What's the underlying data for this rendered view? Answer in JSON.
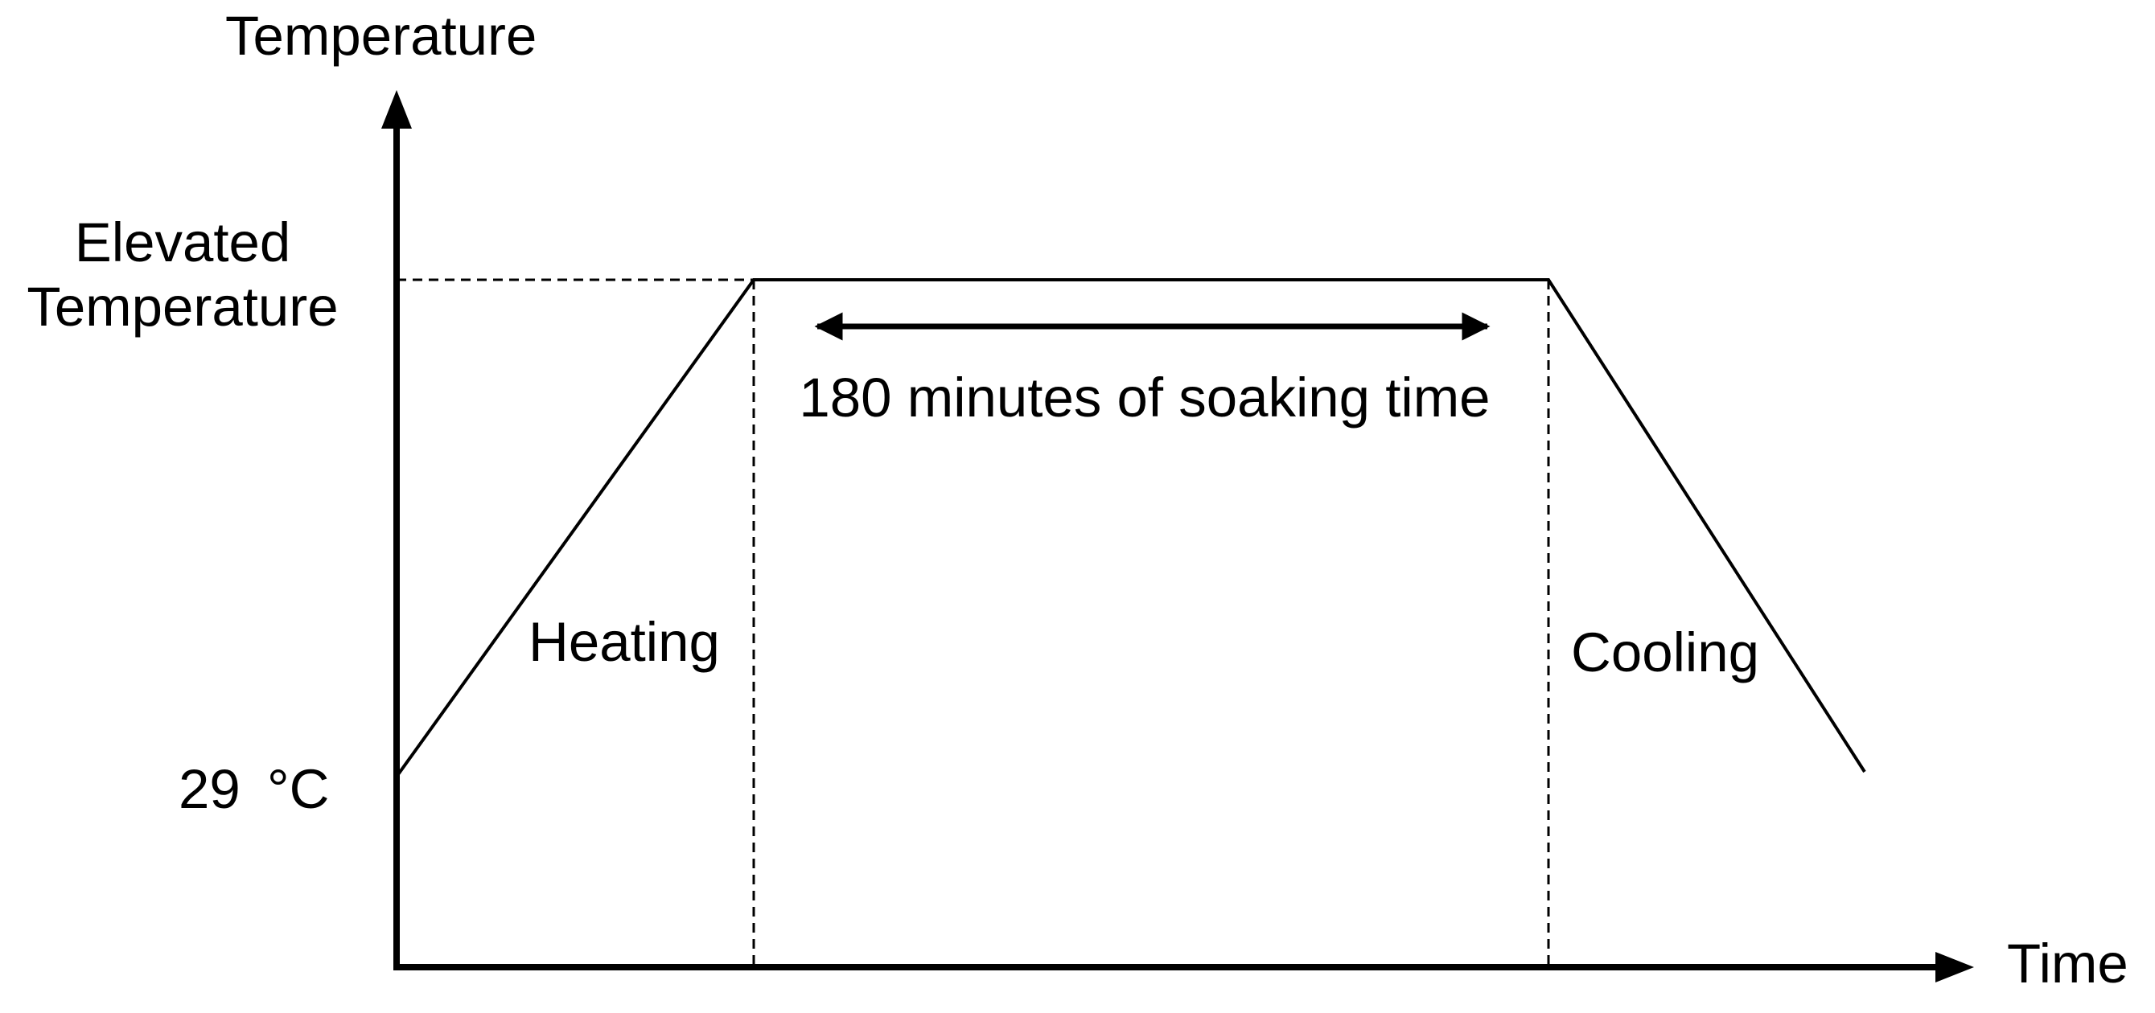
{
  "colors": {
    "line": "#000000",
    "background": "#ffffff"
  },
  "axes": {
    "y_label": "Temperature",
    "x_label": "Time"
  },
  "levels": {
    "elevated_line1": "Elevated",
    "elevated_line2": "Temperature",
    "start_temp_number": "29",
    "start_temp_unit": "°C"
  },
  "phases": {
    "heating": "Heating",
    "soaking": "180 minutes of soaking time",
    "cooling": "Cooling"
  }
}
